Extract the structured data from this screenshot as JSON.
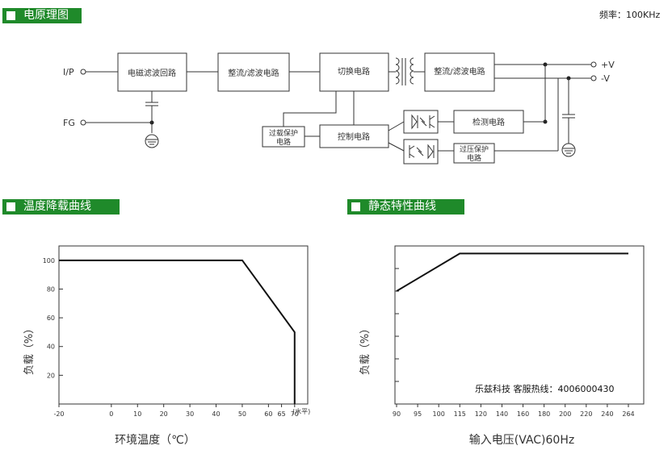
{
  "sections": {
    "schematic_title": "电原理图",
    "derating_title": "温度降载曲线",
    "static_title": "静态特性曲线"
  },
  "frequency_label": "频率：100KHz",
  "schematic": {
    "blocks": {
      "emi_filter": "电磁滤波回路",
      "rectifier_filter_1": "整流/滤波电路",
      "switching": "切换电路",
      "rectifier_filter_2": "整流/滤波电路",
      "control": "控制电路",
      "detection": "检测电路",
      "overload_protect_l1": "过载保护",
      "overload_protect_l2": "电路",
      "overvoltage_protect_l1": "过压保护",
      "overvoltage_protect_l2": "电路"
    },
    "terminals": {
      "input": "I/P",
      "frame_ground": "FG",
      "vplus": "+V",
      "vminus": "-V"
    }
  },
  "derating_chart": {
    "ylabel": "负载（%）",
    "xlabel": "环境温度（℃）",
    "x_unit_note": "(水平)",
    "x_ticks": [
      "-20",
      "0",
      "10",
      "20",
      "30",
      "40",
      "50",
      "60",
      "65",
      "70"
    ],
    "y_ticks": [
      "100",
      "80",
      "60",
      "40",
      "20"
    ]
  },
  "static_chart": {
    "ylabel": "负载（%）",
    "xlabel": "输入电压(VAC)60Hz",
    "x_ticks": [
      "90",
      "95",
      "100",
      "115",
      "120",
      "140",
      "160",
      "180",
      "200",
      "220",
      "240",
      "264"
    ],
    "hotline": "乐兹科技 客服热线：4006000430"
  },
  "chart_data": [
    {
      "type": "line",
      "xlabel": "环境温度（℃）",
      "ylabel": "负载（%）",
      "x": [
        -20,
        50,
        70,
        70
      ],
      "y": [
        100,
        100,
        50,
        0
      ],
      "xlim": [
        -20,
        75
      ],
      "ylim": [
        0,
        110
      ],
      "grid": false
    },
    {
      "type": "line",
      "xlabel": "输入电压(VAC)60Hz",
      "ylabel": "负载（%）",
      "categories": [
        "90",
        "95",
        "100",
        "115",
        "120",
        "140",
        "160",
        "180",
        "200",
        "220",
        "240",
        "264"
      ],
      "x": [
        "90",
        "115",
        "264"
      ],
      "y": [
        75,
        100,
        100
      ],
      "ylim": [
        0,
        105
      ],
      "grid": false
    }
  ]
}
